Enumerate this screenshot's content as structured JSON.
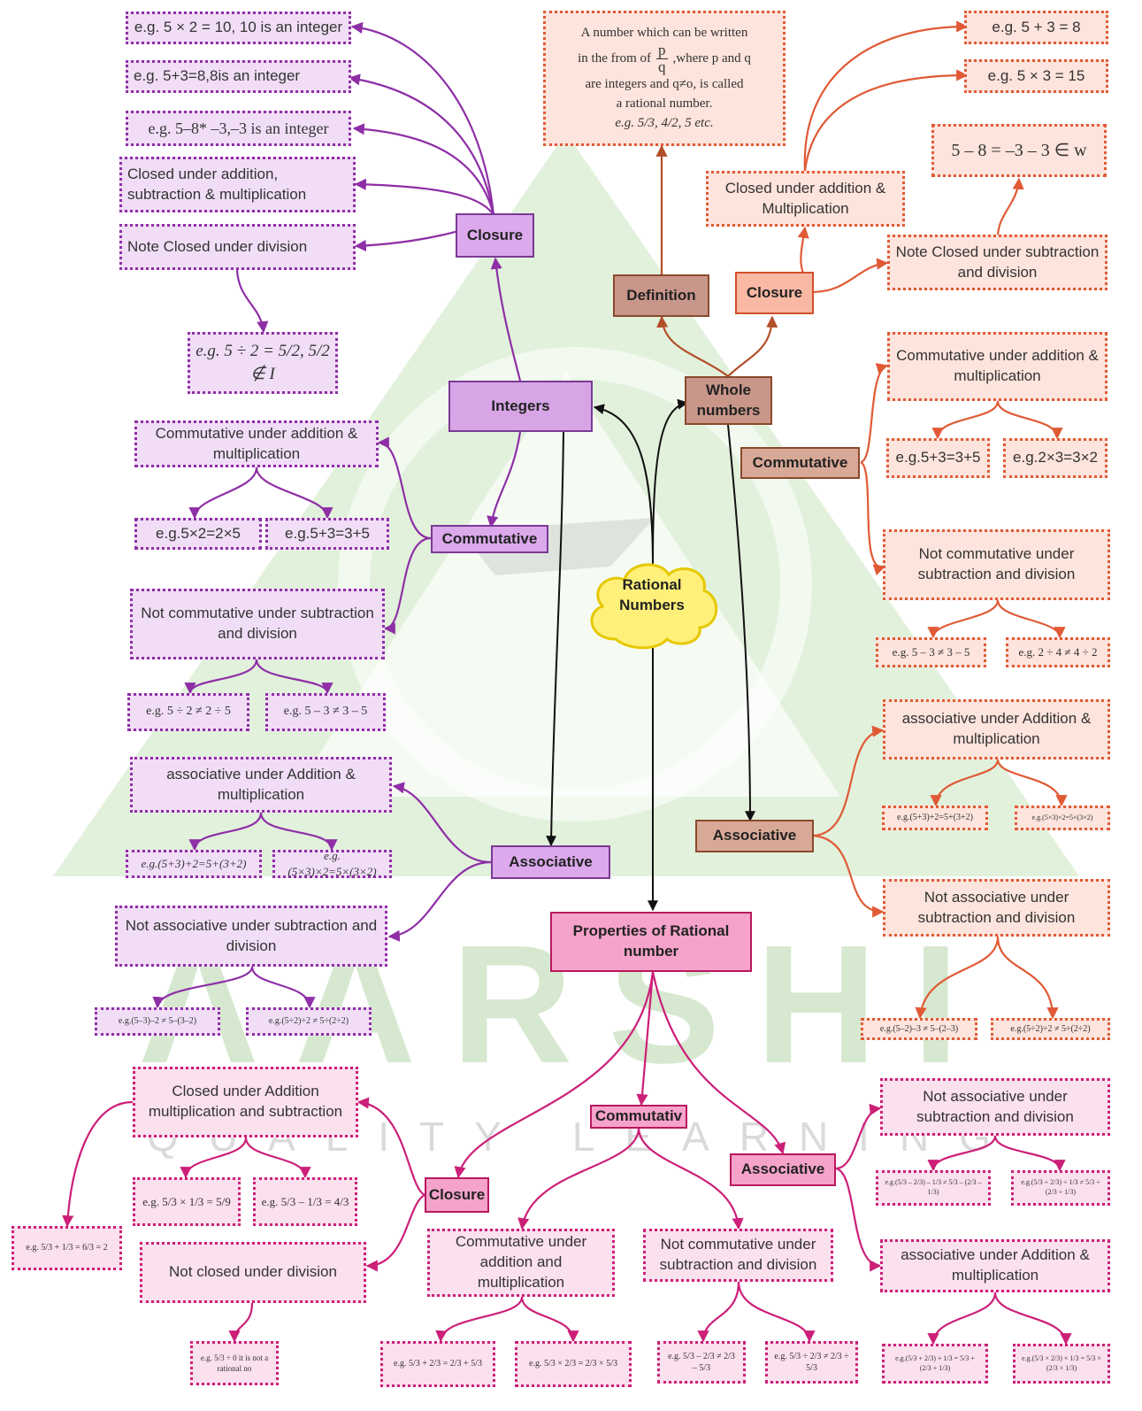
{
  "watermark": {
    "brand": "AARSHI",
    "tagline": "QUALITY LEARNING"
  },
  "center": {
    "label": "Rational Numbers",
    "line1": "Rational",
    "line2": "Numbers"
  },
  "integers": {
    "hub": "Integers",
    "closure": {
      "hub": "Closure",
      "ex_mult": "e.g. 5 × 2 = 10, 10 is an integer",
      "ex_add": "e.g. 5+3=8,8is an integer",
      "ex_sub": "e.g. 5–8* –3,–3 is an integer",
      "closed": "Closed under addition, subtraction & multiplication",
      "note": "Note Closed under  division",
      "ex_div": "e.g. 5 ÷ 2 = 5/2, 5/2 ∉ I"
    },
    "commutative": {
      "hub": "Commutative",
      "yes": "Commutative under addition & multiplication",
      "ex1": "e.g.5×2=2×5",
      "ex2": "e.g.5+3=3+5",
      "no": "Not commutative under subtraction and division",
      "ex3": "e.g. 5 ÷ 2 ≠ 2 ÷ 5",
      "ex4": "e.g. 5 – 3 ≠ 3 – 5"
    },
    "associative": {
      "hub": "Associative",
      "yes": "associative under Addition & multiplication",
      "ex1": "e.g.(5+3)+2=5+(3+2)",
      "ex2": "e.g.(5×3)×2=5×(3×2)",
      "no": "Not associative under subtraction and division",
      "ex3": "e.g.(5–3)–2 ≠ 5–(3–2)",
      "ex4": "e.g.(5÷2)÷2 ≠ 5÷(2÷2)"
    }
  },
  "whole": {
    "hub": "Whole numbers",
    "definition": {
      "hub": "Definition",
      "line1": "A number which can be written",
      "line2a": "in the from of",
      "frac_num": "p",
      "frac_den": "q",
      "line2b": ",where p and q",
      "line3": "are integers and q≠o, is called",
      "line4": "a rational number.",
      "example": "e.g. 5/3, 4/2, 5 etc."
    },
    "closure": {
      "hub": "Closure",
      "ex_add": "e.g. 5 + 3 = 8",
      "ex_mult": "e.g. 5 × 3 = 15",
      "ex_sub": "5 – 8 = –3 – 3 ∈ w",
      "closed": "Closed under addition & Multiplication",
      "note": "Note Closed under subtraction and division"
    },
    "commutative": {
      "hub": "Commutative",
      "yes": "Commutative under addition & multiplication",
      "ex1": "e.g.5+3=3+5",
      "ex2": "e.g.2×3=3×2",
      "no": "Not commutative under subtraction and division",
      "ex3": "e.g. 5 – 3 ≠ 3 – 5",
      "ex4": "e.g. 2 ÷ 4 ≠ 4 ÷ 2"
    },
    "associative": {
      "hub": "Associative",
      "yes": "associative under Addition & multiplication",
      "ex1": "e.g.(5+3)+2=5+(3+2)",
      "ex2": "e.g.(5×3)×2=5×(3×2)",
      "no": "Not associative under subtraction and division",
      "ex3": "e.g.(5–2)–3 ≠ 5–(2–3)",
      "ex4": "e.g.(5÷2)÷2 ≠ 5÷(2÷2)"
    }
  },
  "rational": {
    "hub": "Properties of Rational number",
    "closure": {
      "hub": "Closure",
      "closed": "Closed under Addition multiplication and subtraction",
      "ex1": "e.g. 5/3 × 1/3 = 5/9",
      "ex2": "e.g. 5/3 – 1/3 = 4/3",
      "ex3": "e.g. 5/3 + 1/3 = 6/3 = 2",
      "not": "Not closed under division",
      "ex4": "e.g. 5/3 ÷ 0 it is not a rational no"
    },
    "commutative": {
      "hub": "Commutativ",
      "yes": "Commutative under addition and multiplication",
      "ex1": "e.g. 5/3 + 2/3 = 2/3 + 5/3",
      "ex2": "e.g. 5/3 × 2/3 = 2/3 × 5/3",
      "no": "Not commutative under subtraction and division",
      "ex3": "e.g. 5/3 – 2/3 ≠ 2/3 – 5/3",
      "ex4": "e.g. 5/3 ÷ 2/3 ≠ 2/3 ÷ 5/3"
    },
    "associative": {
      "hub": "Associative",
      "no": "Not associative under subtraction and division",
      "ex1": "e.g.(5/3 – 2/3) – 1/3 ≠ 5/3 – (2/3 – 1/3)",
      "ex2": "e.g.(5/3 ÷ 2/3) ÷ 1/3 ≠ 5/3 ÷ (2/3 ÷ 1/3)",
      "yes": "associative under Addition & multiplication",
      "ex3": "e.g.(5/3 + 2/3) + 1/3 = 5/3 + (2/3 + 1/3)",
      "ex4": "e.g.(5/3 × 2/3) × 1/3 = 5/3 × (2/3 × 1/3)"
    }
  },
  "colors": {
    "purple": "#8e2fa6",
    "orange": "#e05a36",
    "magenta": "#cc1f78",
    "black": "#111111",
    "brown": "#b34f2a",
    "watermark_green": "#cfe6c4",
    "cloud_fill": "#fff07a",
    "cloud_stroke": "#e6c800"
  }
}
